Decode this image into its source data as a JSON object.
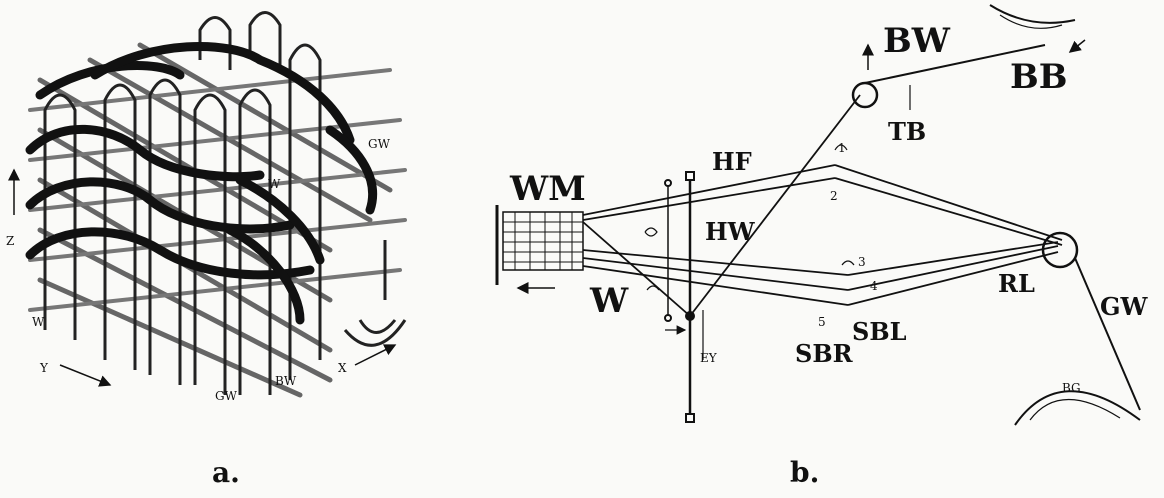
{
  "panel_a": {
    "caption": "a.",
    "labels": {
      "z": "Z",
      "y": "Y",
      "x": "X",
      "gw_top": "GW",
      "w_mid": "W",
      "w_left": "W",
      "bw": "BW",
      "gw_bottom": "GW"
    }
  },
  "panel_b": {
    "caption": "b.",
    "labels": {
      "bw": "BW",
      "bb": "BB",
      "tb": "TB",
      "hf": "HF",
      "wm": "WM",
      "hw": "HW",
      "w": "W",
      "rl": "RL",
      "gw": "GW",
      "sbl": "SBL",
      "sbr": "SBR",
      "ey": "EY",
      "bg": "BG",
      "n1": "1",
      "n2": "2",
      "n3": "3",
      "n4": "4",
      "n5": "5"
    }
  },
  "colors": {
    "ink": "#111111",
    "background": "#fafaf8",
    "rod": "#555555"
  }
}
